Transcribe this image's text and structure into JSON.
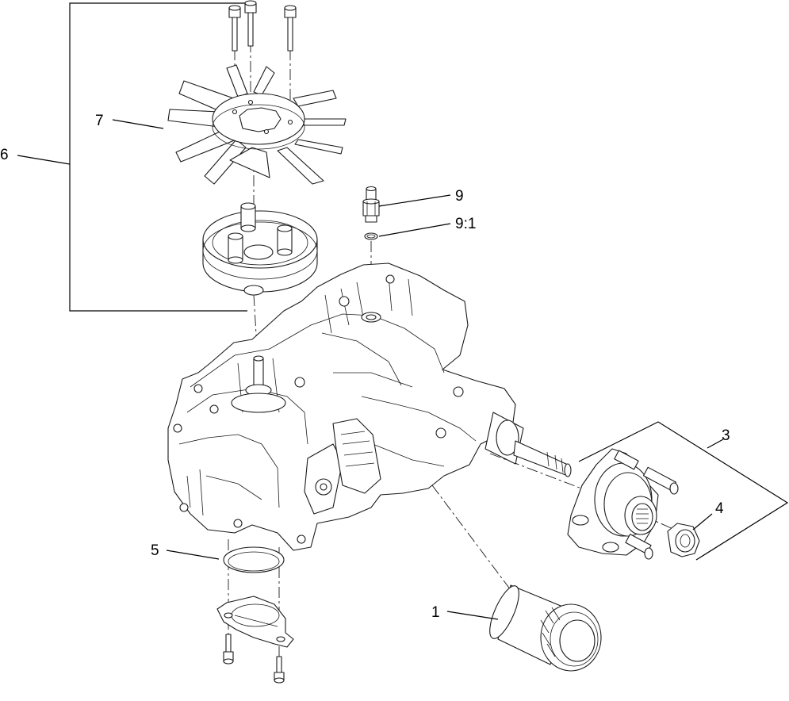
{
  "callouts": [
    {
      "id": "1",
      "text": "1"
    },
    {
      "id": "3",
      "text": "3"
    },
    {
      "id": "4",
      "text": "4"
    },
    {
      "id": "5",
      "text": "5"
    },
    {
      "id": "6",
      "text": "6"
    },
    {
      "id": "7",
      "text": "7"
    },
    {
      "id": "9",
      "text": "9"
    },
    {
      "id": "9-1",
      "text": "9:1"
    }
  ]
}
